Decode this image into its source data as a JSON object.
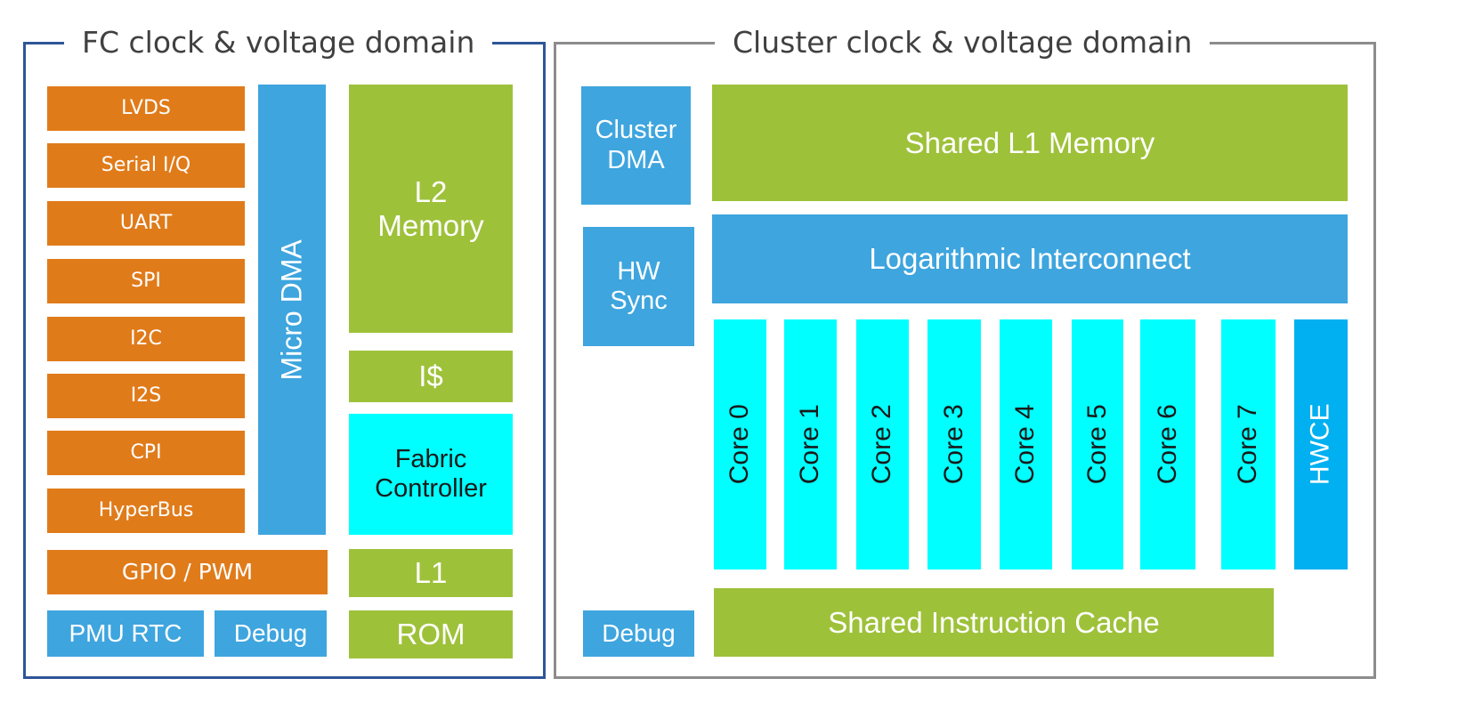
{
  "colors": {
    "fc_border": "#2e5597",
    "cluster_border": "#8c8c8c",
    "peripheral": "#e07b1a",
    "dma_blue": "#3ea5de",
    "memory_green": "#9ec13a",
    "core_cyan": "#00ffff",
    "hwce_blue": "#00b0f0"
  },
  "fc_domain": {
    "title": "FC clock & voltage domain",
    "peripherals": [
      "LVDS",
      "Serial I/Q",
      "UART",
      "SPI",
      "I2C",
      "I2S",
      "CPI",
      "HyperBus"
    ],
    "gpio": "GPIO / PWM",
    "pmu_rtc": "PMU RTC",
    "debug": "Debug",
    "micro_dma": "Micro DMA",
    "l2_memory": "L2\nMemory",
    "icache": "I$",
    "fabric_controller": "Fabric\nController",
    "l1": "L1",
    "rom": "ROM"
  },
  "cluster_domain": {
    "title": "Cluster clock & voltage domain",
    "cluster_dma": "Cluster\nDMA",
    "hw_sync": "HW\nSync",
    "debug": "Debug",
    "shared_l1": "Shared L1 Memory",
    "interconnect": "Logarithmic Interconnect",
    "cores": [
      "Core 0",
      "Core 1",
      "Core 2",
      "Core 3",
      "Core 4",
      "Core 5",
      "Core 6",
      "Core 7"
    ],
    "hwce": "HWCE",
    "shared_icache": "Shared Instruction Cache"
  }
}
